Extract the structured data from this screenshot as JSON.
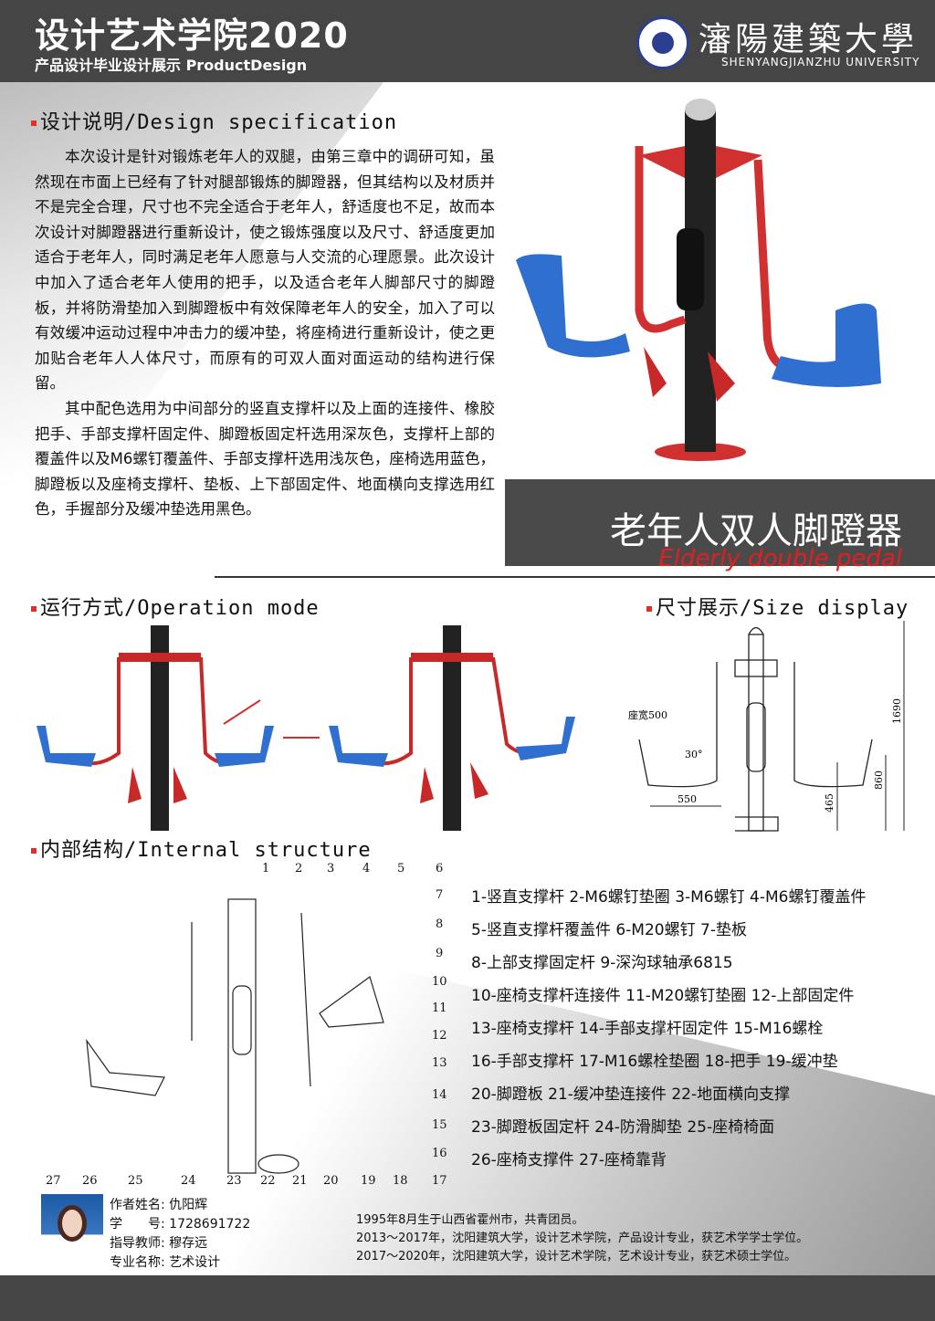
{
  "header": {
    "title": "设计艺术学院2020",
    "subtitle": "产品设计毕业设计展示 ProductDesign",
    "university_cn": "瀋陽建築大學",
    "university_en": "SHENYANGJIANZHU UNIVERSITY"
  },
  "design_spec": {
    "heading": "设计说明/Design specification",
    "p1": "本次设计是针对锻炼老年人的双腿，由第三章中的调研可知，虽然现在市面上已经有了针对腿部锻炼的脚蹬器，但其结构以及材质并不是完全合理，尺寸也不完全适合于老年人，舒适度也不足，故而本次设计对脚蹬器进行重新设计，使之锻炼强度以及尺寸、舒适度更加适合于老年人，同时满足老年人愿意与人交流的心理愿景。此次设计中加入了适合老年人使用的把手，以及适合老年人脚部尺寸的脚蹬板，并将防滑垫加入到脚蹬板中有效保障老年人的安全，加入了可以有效缓冲运动过程中冲击力的缓冲垫，将座椅进行重新设计，使之更加贴合老年人人体尺寸，而原有的可双人面对面运动的结构进行保留。",
    "p2": "其中配色选用为中间部分的竖直支撑杆以及上面的连接件、橡胶把手、手部支撑杆固定件、脚蹬板固定杆选用深灰色，支撑杆上部的覆盖件以及M6螺钉覆盖件、手部支撑杆选用浅灰色，座椅选用蓝色，脚蹬板以及座椅支撑杆、垫板、上下部固定件、地面横向支撑选用红色，手握部分及缓冲垫选用黑色。"
  },
  "product": {
    "name_cn": "老年人双人脚蹬器",
    "name_en": "Elderly double pedal"
  },
  "operation": {
    "heading": "运行方式/Operation mode"
  },
  "size": {
    "heading": "尺寸展示/Size display",
    "seat_width": "座宽500",
    "angle": "30°",
    "depth": "550",
    "seat_h": "465",
    "handle_h": "860",
    "total_h": "1690"
  },
  "structure": {
    "heading": "内部结构/Internal structure",
    "top_nums": [
      "1",
      "2",
      "3",
      "4",
      "5",
      "6"
    ],
    "right_nums": [
      "7",
      "8",
      "9",
      "10",
      "11",
      "12",
      "13",
      "14",
      "15",
      "16",
      "17"
    ],
    "bottom_nums": [
      "27",
      "26",
      "25",
      "24",
      "23",
      "22",
      "21",
      "20",
      "19",
      "18",
      "17"
    ],
    "parts_lines": [
      "1-竖直支撑杆 2-M6螺钉垫圈 3-M6螺钉 4-M6螺钉覆盖件",
      "5-竖直支撑杆覆盖件 6-M20螺钉 7-垫板",
      "8-上部支撑固定杆 9-深沟球轴承6815",
      "10-座椅支撑杆连接件 11-M20螺钉垫圈 12-上部固定件",
      "13-座椅支撑杆 14-手部支撑杆固定件 15-M16螺栓",
      "16-手部支撑杆 17-M16螺栓垫圈 18-把手 19-缓冲垫",
      "20-脚蹬板 21-缓冲垫连接件 22-地面横向支撑",
      "23-脚蹬板固定杆 24-防滑脚垫 25-座椅椅面",
      "26-座椅支撑件 27-座椅靠背"
    ]
  },
  "author": {
    "name": "作者姓名: 仇阳辉",
    "id": "学　　号: 1728691722",
    "advisor": "指导教师: 穆存远",
    "major": "专业名称: 艺术设计",
    "bio": [
      "1995年8月生于山西省霍州市，共青团员。",
      "2013～2017年，沈阳建筑大学，设计艺术学院，产品设计专业，获艺术学学士学位。",
      "2017～2020年，沈阳建筑大学，设计艺术学院，艺术设计专业，获艺术硕士学位。"
    ]
  },
  "colors": {
    "header": "#454545",
    "accent_red": "#e02020",
    "seat_blue": "#2f6fd0"
  }
}
